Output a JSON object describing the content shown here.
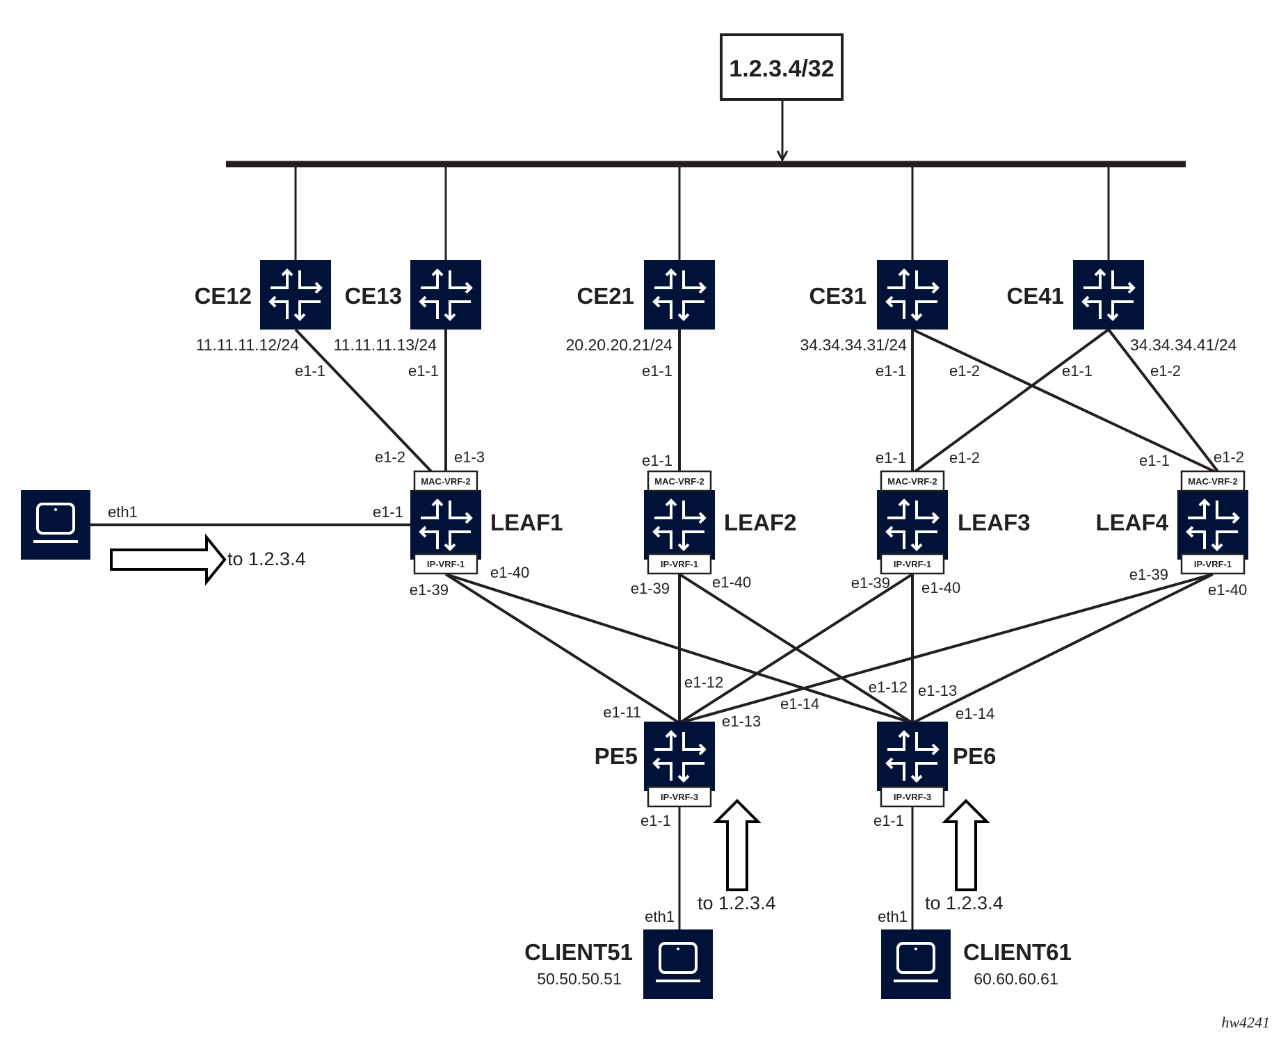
{
  "figure_id": "hw4241",
  "destination_prefix": "1.2.3.4/32",
  "flow_label": "to 1.2.3.4",
  "ce_routers": [
    {
      "name": "CE12",
      "ip": "11.11.11.12/24",
      "uplink_port": "e1-1"
    },
    {
      "name": "CE13",
      "ip": "11.11.11.13/24",
      "uplink_port": "e1-1"
    },
    {
      "name": "CE21",
      "ip": "20.20.20.21/24",
      "uplink_port": "e1-1"
    },
    {
      "name": "CE31",
      "ip": "34.34.34.31/24",
      "ports": [
        "e1-1",
        "e1-2"
      ]
    },
    {
      "name": "CE41",
      "ip": "34.34.34.41/24",
      "ports": [
        "e1-1",
        "e1-2"
      ]
    }
  ],
  "leafs": [
    {
      "name": "LEAF1",
      "top_vrf": "MAC-VRF-2",
      "bottom_vrf": "IP-VRF-1",
      "ports_up": [
        "e1-2",
        "e1-3"
      ],
      "port_access": "e1-1",
      "ports_down": [
        "e1-39",
        "e1-40"
      ]
    },
    {
      "name": "LEAF2",
      "top_vrf": "MAC-VRF-2",
      "bottom_vrf": "IP-VRF-1",
      "ports_up": [
        "e1-1"
      ],
      "ports_down": [
        "e1-39",
        "e1-40"
      ]
    },
    {
      "name": "LEAF3",
      "top_vrf": "MAC-VRF-2",
      "bottom_vrf": "IP-VRF-1",
      "ports_up": [
        "e1-1",
        "e1-2"
      ],
      "ports_down": [
        "e1-39",
        "e1-40"
      ]
    },
    {
      "name": "LEAF4",
      "top_vrf": "MAC-VRF-2",
      "bottom_vrf": "IP-VRF-1",
      "ports_up": [
        "e1-1",
        "e1-2"
      ],
      "ports_down": [
        "e1-39",
        "e1-40"
      ]
    }
  ],
  "pes": [
    {
      "name": "PE5",
      "vrf": "IP-VRF-3",
      "ports_up": [
        "e1-11",
        "e1-12",
        "e1-13",
        "e1-14"
      ],
      "port_down": "e1-1"
    },
    {
      "name": "PE6",
      "vrf": "IP-VRF-3",
      "ports_up": [
        "e1-12",
        "e1-13",
        "e1-14"
      ],
      "port_down": "e1-1"
    }
  ],
  "clients": [
    {
      "name": "",
      "port": "eth1"
    },
    {
      "name": "CLIENT51",
      "ip": "50.50.50.51",
      "port": "eth1"
    },
    {
      "name": "CLIENT61",
      "ip": "60.60.60.61",
      "port": "eth1"
    }
  ],
  "colors": {
    "device": "#001238",
    "line": "#231f20",
    "background": "#ffffff"
  }
}
